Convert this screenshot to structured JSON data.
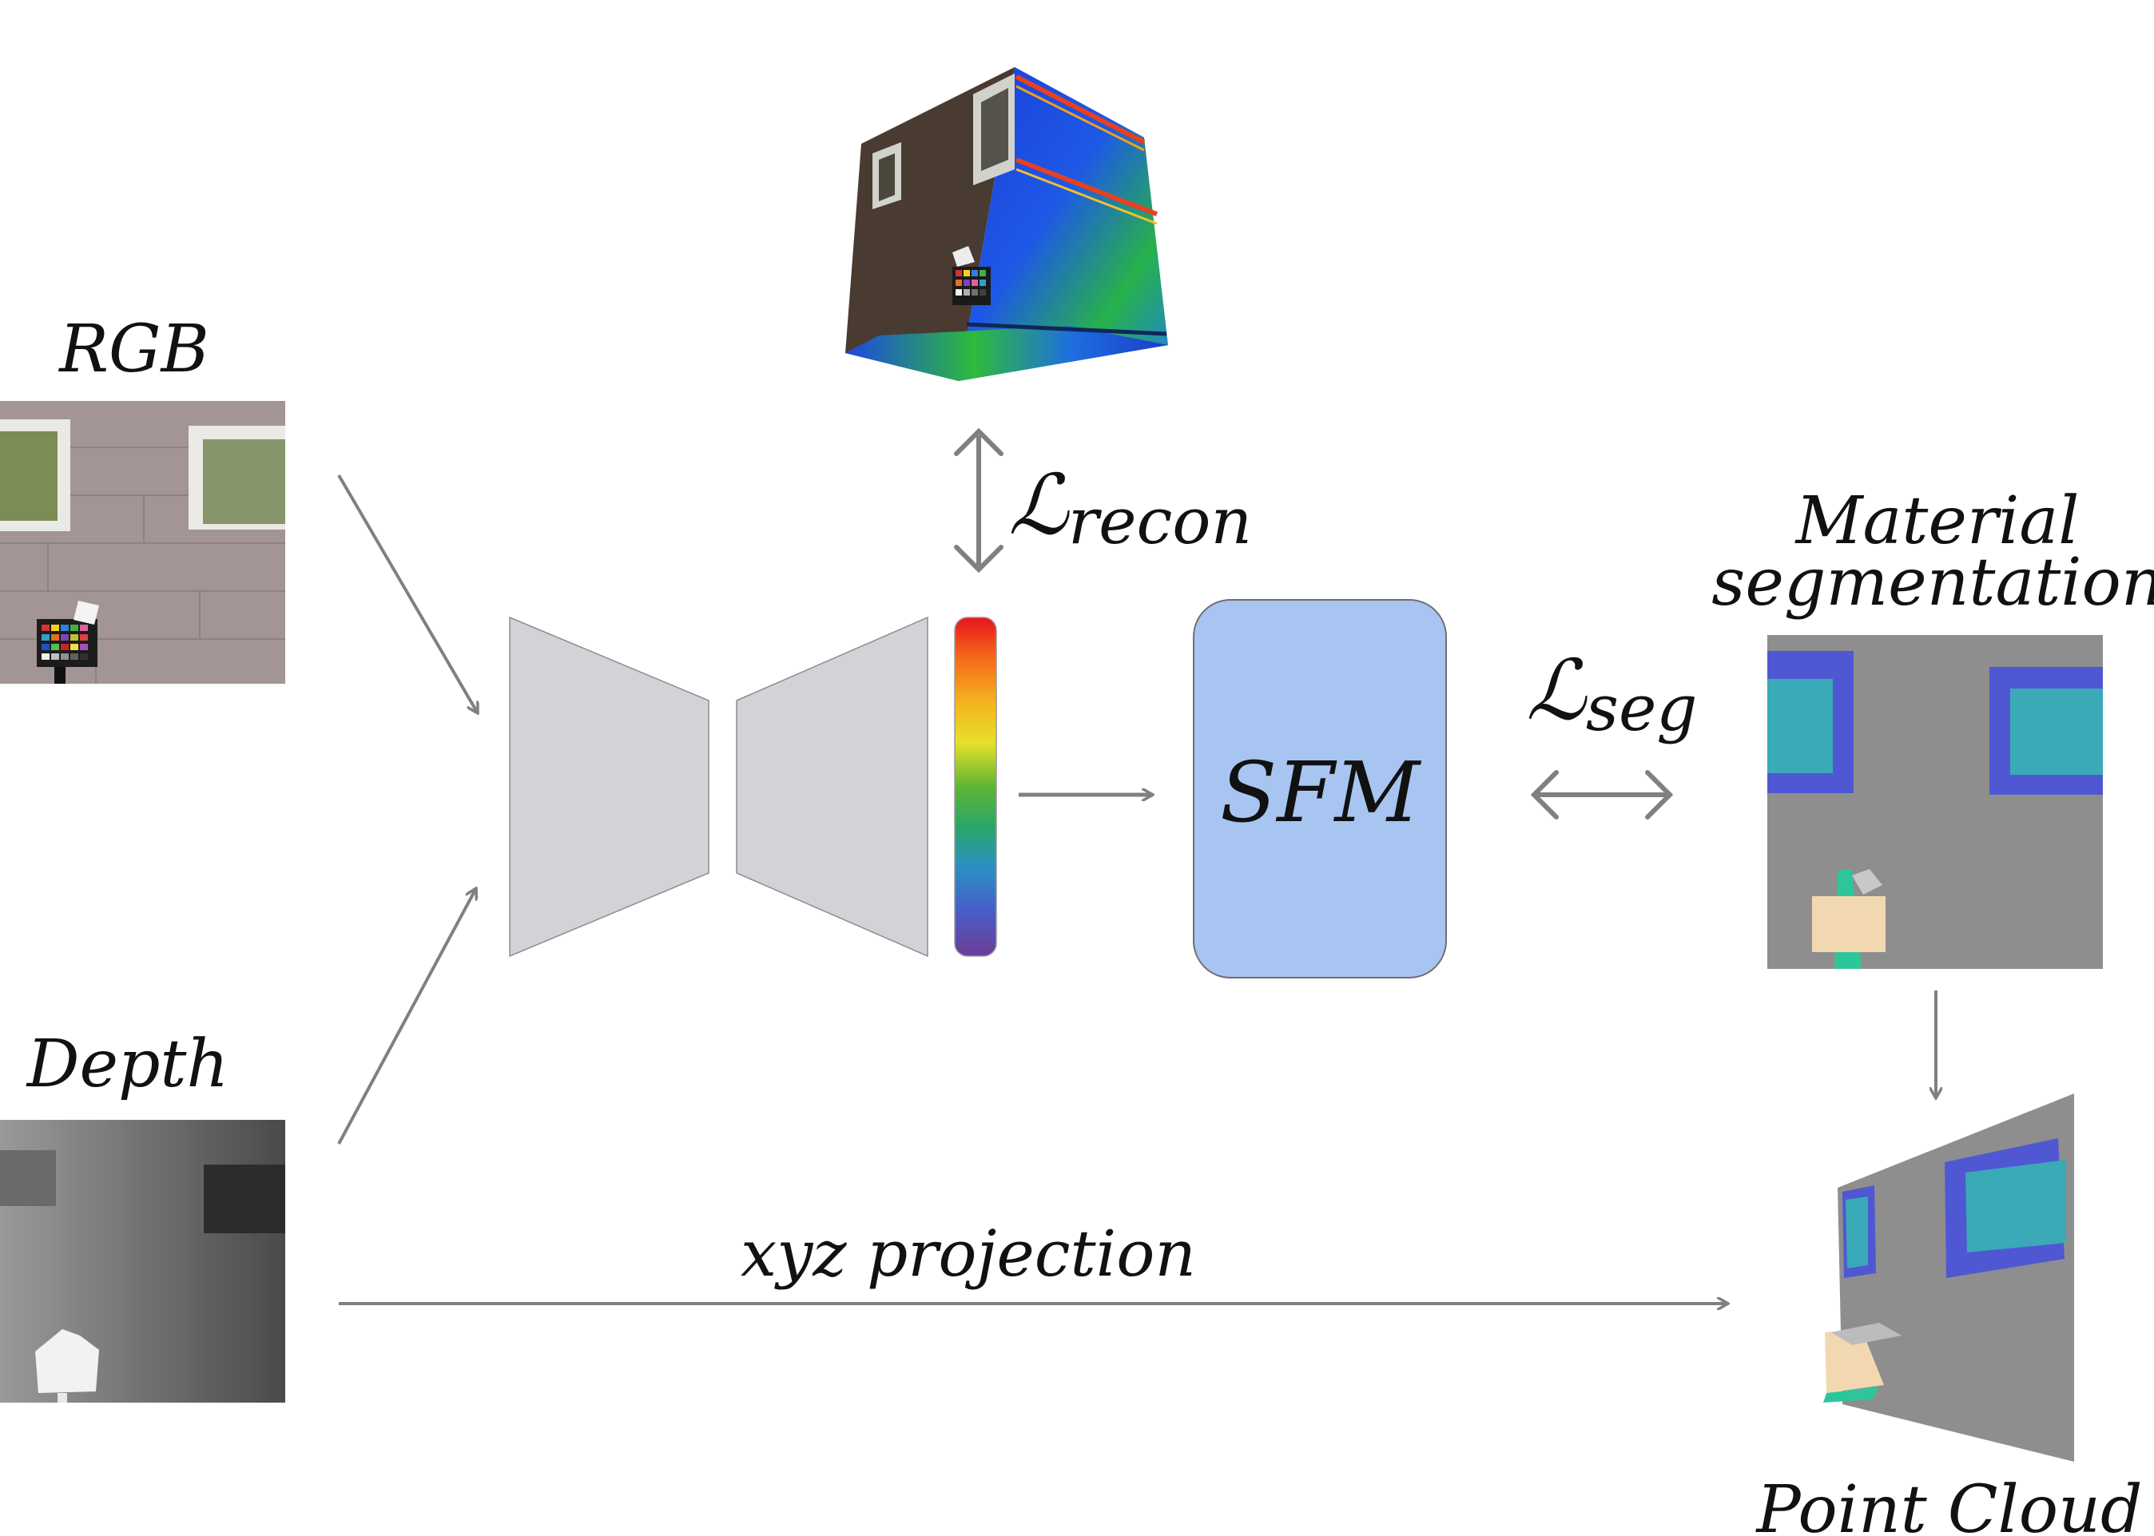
{
  "labels": {
    "rgb": "RGB",
    "depth": "Depth",
    "material_line1": "Material",
    "material_line2": "segmentation",
    "point_cloud": "Point Cloud",
    "sfm": "SFM",
    "loss_recon_symbol": "ℒ",
    "loss_recon_sub": "recon",
    "loss_seg_symbol": "ℒ",
    "loss_seg_sub": "seg",
    "xyz_projection": "xyz projection"
  },
  "colors": {
    "arrow": "#808080",
    "encoder_fill": "#d1d3d6",
    "sfm_fill": "#a8c5f2",
    "segmentation_background": "#8e8e8e",
    "segmentation_window_frame": "#4f58d2",
    "segmentation_window_glass": "#3aa9b8",
    "segmentation_object": "#f2d8b0"
  },
  "icons": {
    "rgb_image": "rgb-building-photo-icon",
    "depth_image": "depth-map-icon",
    "hyperspectral_cube": "hyperspectral-cube-icon",
    "spectral_bar": "spectral-rainbow-bar-icon"
  }
}
